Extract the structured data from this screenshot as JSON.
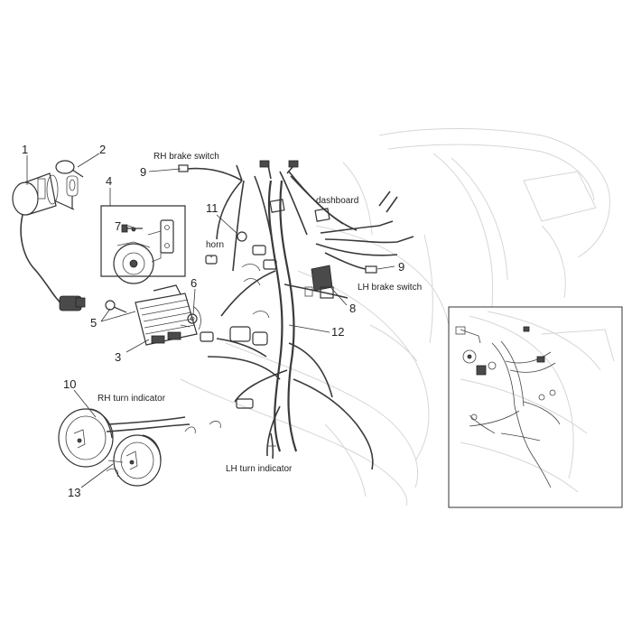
{
  "callouts": {
    "n1": "1",
    "n2": "2",
    "n3": "3",
    "n4": "4",
    "n5": "5",
    "n6": "6",
    "n7": "7",
    "n8": "8",
    "n9a": "9",
    "n9b": "9",
    "n10": "10",
    "n11": "11",
    "n12": "12",
    "n13": "13"
  },
  "labels": {
    "rh_brake_switch": "RH brake switch",
    "dashboard": "dashboard",
    "horn": "horn",
    "lh_brake_switch": "LH brake switch",
    "rh_turn_indicator": "RH turn indicator",
    "lh_turn_indicator": "LH turn indicator"
  }
}
